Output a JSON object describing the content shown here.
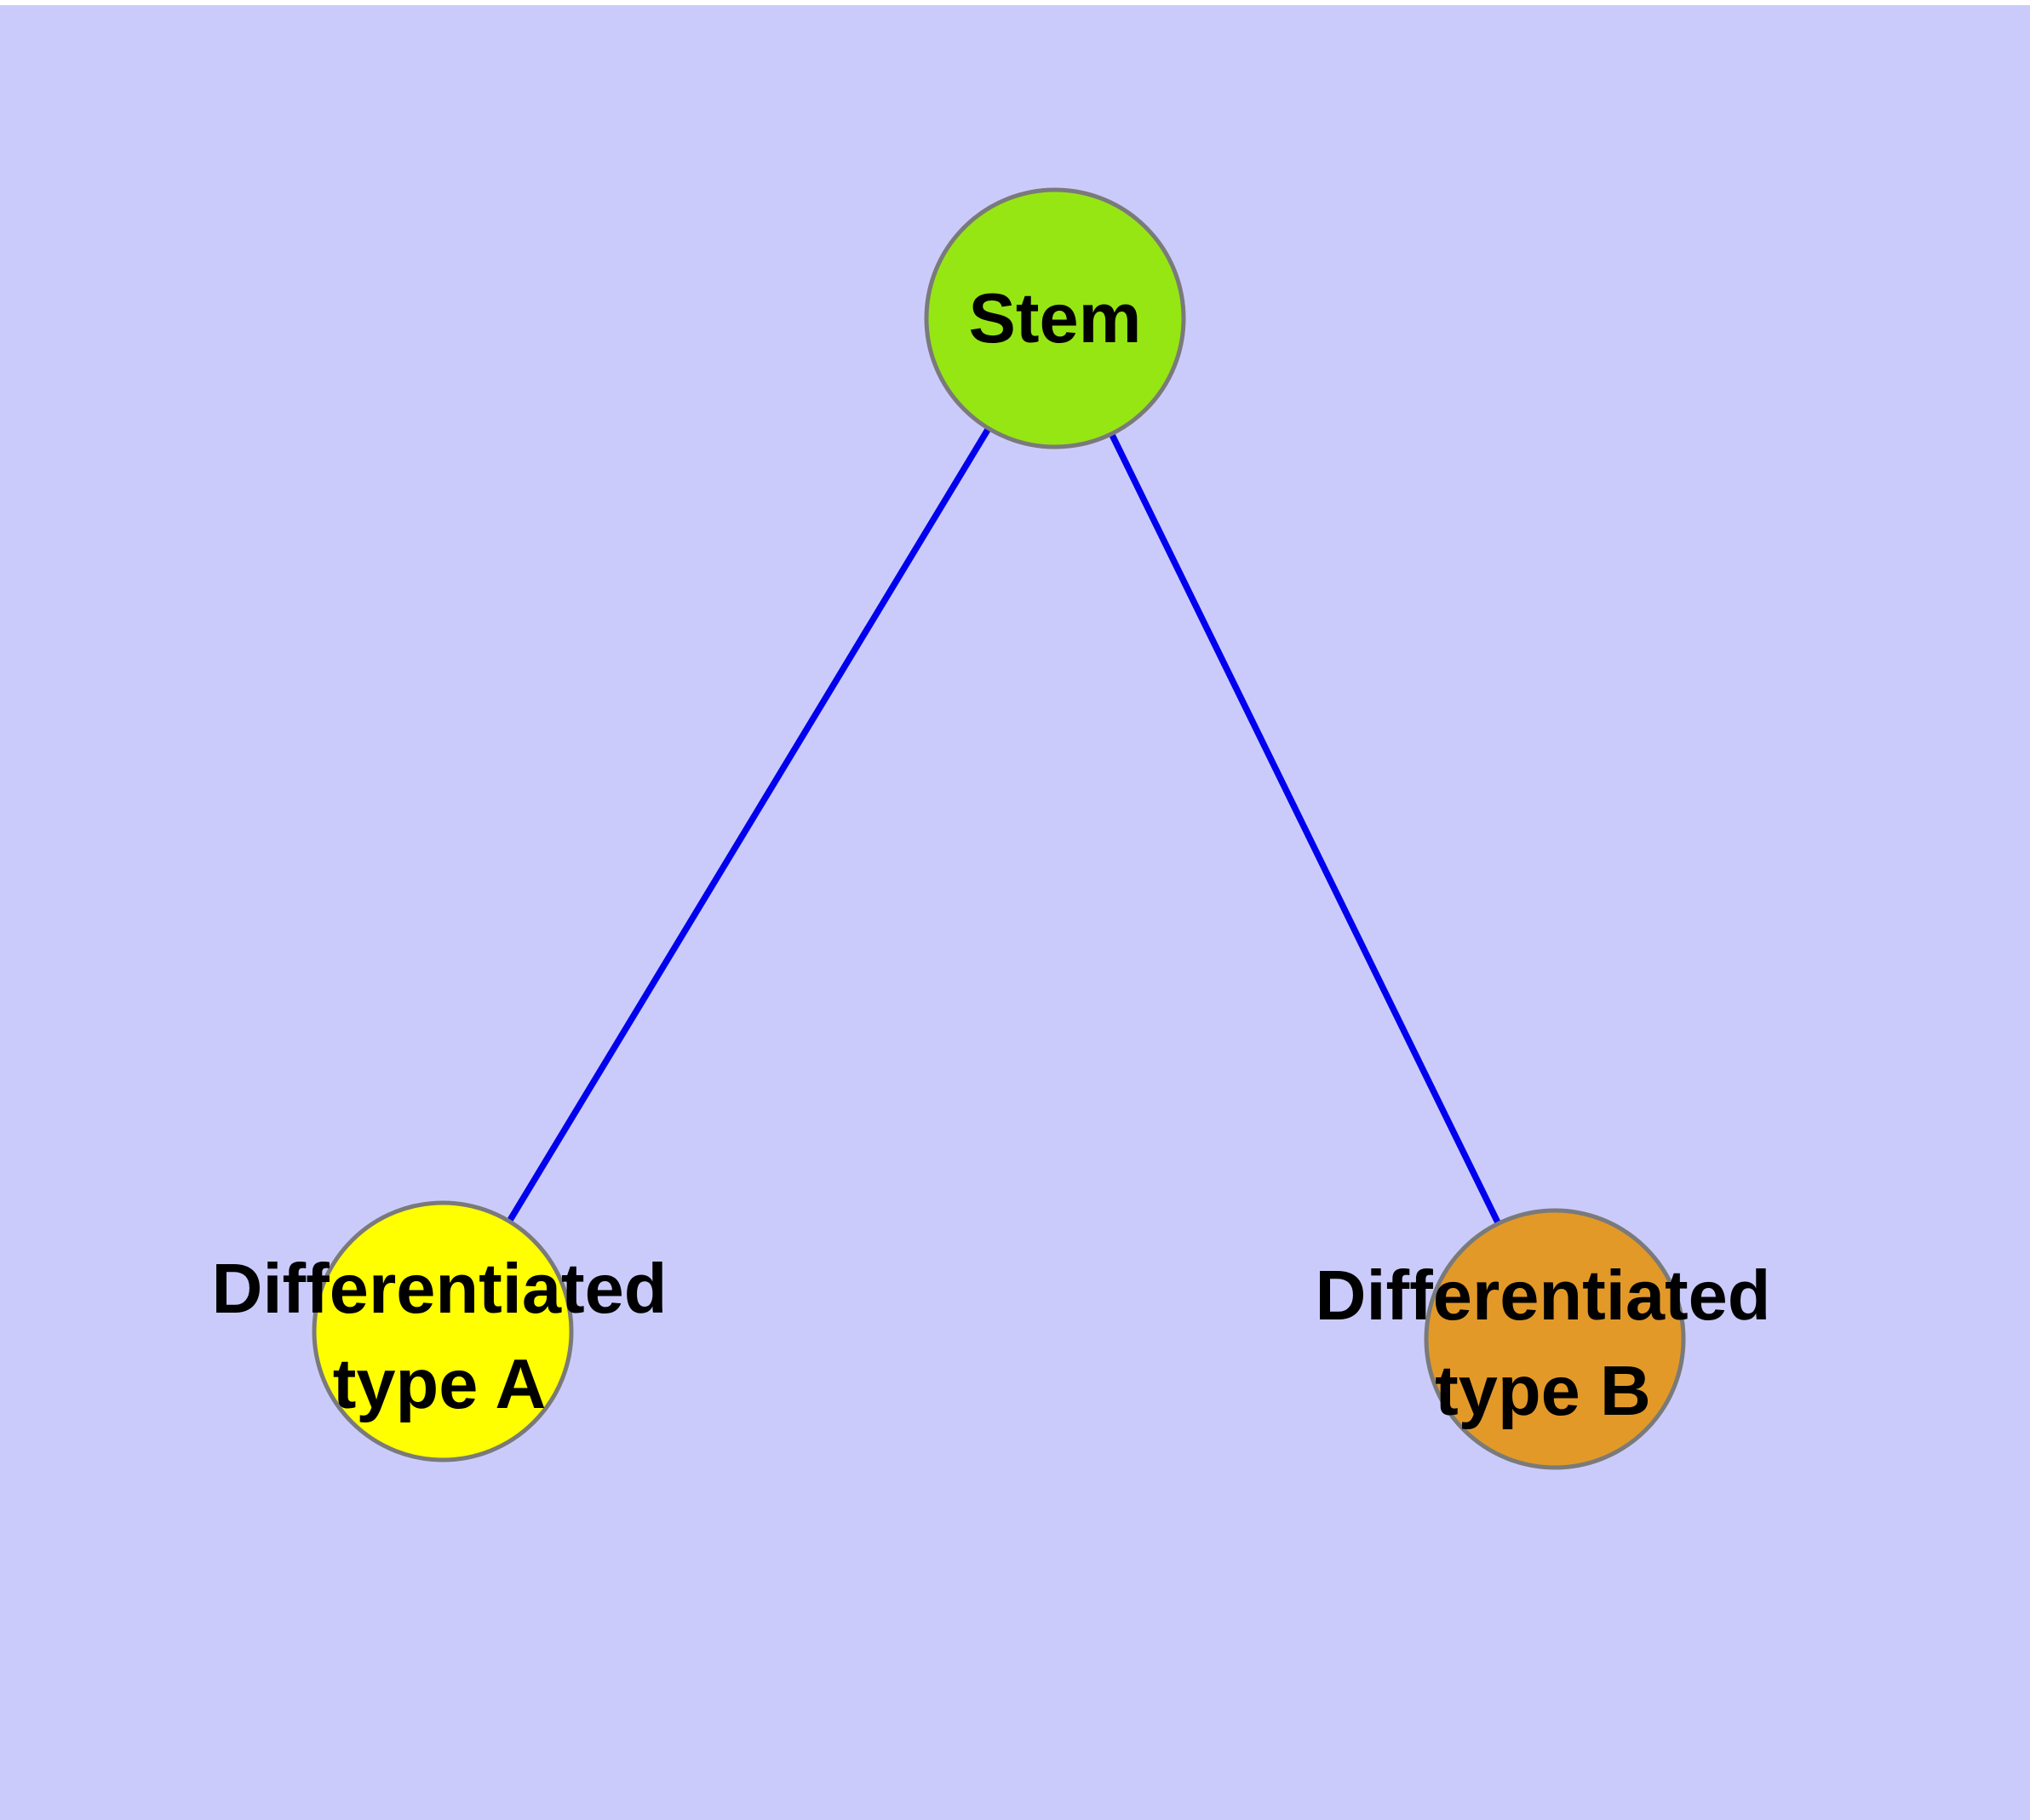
{
  "figure": {
    "background_color": "#CBCBFB",
    "top_margin_color": "#FFFFFF",
    "edge_color": "#0000EE",
    "node_border_color": "#7A7A7A",
    "label_color": "#000000",
    "nodes": {
      "stem": {
        "label": "Stem",
        "fill": "#96E614"
      },
      "type_a": {
        "line1": "Differentiated",
        "line2": "type A",
        "fill": "#FFFF00"
      },
      "type_b": {
        "line1": "Differentiated",
        "line2": "type B",
        "fill": "#E39928"
      }
    },
    "edges": [
      {
        "from": "Stem",
        "to": "Differentiated type A"
      },
      {
        "from": "Stem",
        "to": "Differentiated type B"
      }
    ]
  }
}
